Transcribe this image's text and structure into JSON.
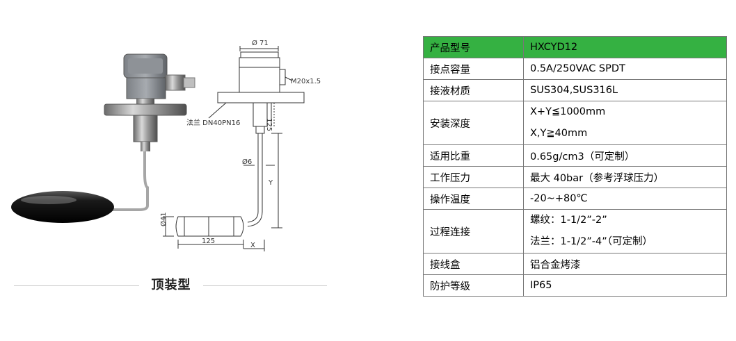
{
  "figure": {
    "caption": "顶装型",
    "labels": {
      "flange_dim": "Ø 71",
      "thread": "M20x1.5",
      "flange": "法兰 DN40PN16",
      "height_125": "125",
      "rod_dia": "Ø6",
      "y_dim": "Y",
      "float_dia": "Ø41",
      "float_len": "125",
      "x_dim": "X"
    }
  },
  "spec": {
    "header": {
      "key": "产品型号",
      "value": "HXCYD12"
    },
    "rows": [
      {
        "key": "接点容量",
        "value": "0.5A/250VAC SPDT"
      },
      {
        "key": "接液材质",
        "value": "SUS304,SUS316L"
      },
      {
        "key": "安装深度",
        "line1": "X+Y≦1000mm",
        "line2": "X,Y≧40mm"
      },
      {
        "key": "适用比重",
        "value": "0.65g/cm3（可定制）"
      },
      {
        "key": "工作压力",
        "value": "最大 40bar（参考浮球压力）"
      },
      {
        "key": "操作温度",
        "value": "-20~+80℃"
      },
      {
        "key": "过程连接",
        "line1": "螺纹：1-1/2”-2”",
        "line2": "法兰：1-1/2”-4”（可定制）"
      },
      {
        "key": "接线盒",
        "value": "铝合金烤漆"
      },
      {
        "key": "防护等级",
        "value": "IP65"
      }
    ]
  }
}
